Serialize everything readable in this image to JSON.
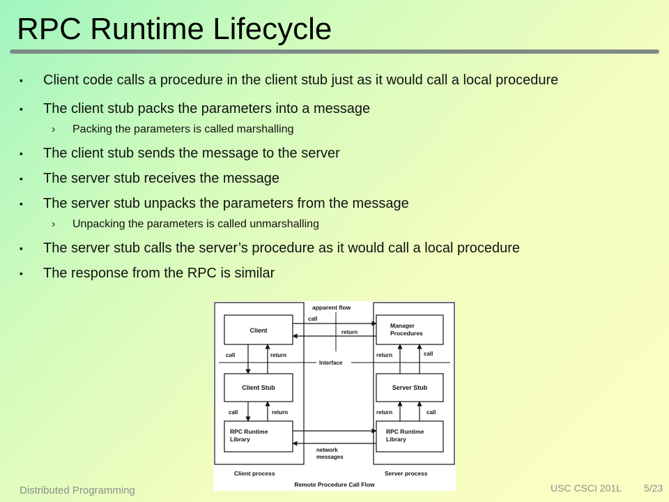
{
  "slide": {
    "title": "RPC Runtime Lifecycle",
    "bullets": [
      {
        "level": 1,
        "text": "Client code calls a procedure in the client stub just as it would call a local procedure"
      },
      {
        "level": 1,
        "text": "The client stub packs the parameters into a message"
      },
      {
        "level": 2,
        "text": "Packing the parameters is called marshalling"
      },
      {
        "level": 1,
        "text": "The client stub sends the message to the server"
      },
      {
        "level": 1,
        "text": "The server stub receives the message"
      },
      {
        "level": 1,
        "text": "The server stub unpacks the parameters from the message"
      },
      {
        "level": 2,
        "text": "Unpacking the parameters is called unmarshalling"
      },
      {
        "level": 1,
        "text": "The server stub calls the server’s procedure as it would call a local procedure"
      },
      {
        "level": 1,
        "text": "The response from the RPC is similar"
      }
    ],
    "footer": {
      "left": "Distributed Programming",
      "course": "USC CSCI 201L",
      "page": "5/23"
    }
  },
  "diagram": {
    "boxes": {
      "client": "Client",
      "client_stub": "Client Stub",
      "client_runtime_1": "RPC Runtime",
      "client_runtime_2": "Library",
      "manager_1": "Manager",
      "manager_2": "Procedures",
      "server_stub": "Server Stub",
      "server_runtime_1": "RPC Runtime",
      "server_runtime_2": "Library"
    },
    "labels": {
      "apparent_flow": "apparent flow",
      "call": "call",
      "return": "return",
      "interface": "Interface",
      "network_1": "network",
      "network_2": "messages",
      "client_process": "Client process",
      "server_process": "Server process",
      "caption": "Remote Procedure Call Flow"
    }
  }
}
